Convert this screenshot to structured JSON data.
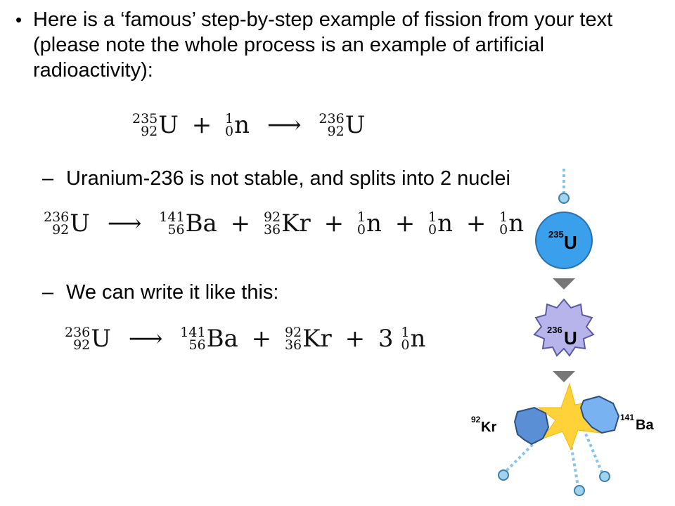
{
  "intro": {
    "bullet": "•",
    "text": "Here is a ‘famous’ step-by-step example of fission from your text (please note the whole process is an example of artificial radioactivity):"
  },
  "equation1": {
    "u235": {
      "mass": "235",
      "atomic": "92",
      "symbol": "U"
    },
    "plus": "+",
    "n": {
      "mass": "1",
      "atomic": "0",
      "symbol": "n"
    },
    "arrow": "⟶",
    "u236": {
      "mass": "236",
      "atomic": "92",
      "symbol": "U"
    }
  },
  "sub1": {
    "dash": "–",
    "text": "Uranium-236 is not stable, and splits into 2 nuclei"
  },
  "equation2": {
    "u236": {
      "mass": "236",
      "atomic": "92",
      "symbol": "U"
    },
    "arrow": "⟶",
    "ba": {
      "mass": "141",
      "atomic": "56",
      "symbol": "Ba"
    },
    "plus": "+",
    "kr": {
      "mass": "92",
      "atomic": "36",
      "symbol": "Kr"
    },
    "n": {
      "mass": "1",
      "atomic": "0",
      "symbol": "n"
    }
  },
  "sub2": {
    "dash": "–",
    "text": "We can write it like this:"
  },
  "equation3": {
    "u236": {
      "mass": "236",
      "atomic": "92",
      "symbol": "U"
    },
    "arrow": "⟶",
    "ba": {
      "mass": "141",
      "atomic": "56",
      "symbol": "Ba"
    },
    "plus": "+",
    "kr": {
      "mass": "92",
      "atomic": "36",
      "symbol": "Kr"
    },
    "coef": "3",
    "n": {
      "mass": "1",
      "atomic": "0",
      "symbol": "n"
    }
  },
  "diagram": {
    "u235": {
      "mass": "235",
      "symbol": "U"
    },
    "u236": {
      "mass": "236",
      "symbol": "U"
    },
    "kr": {
      "mass": "92",
      "symbol": "Kr"
    },
    "ba": {
      "mass": "141",
      "symbol": "Ba"
    },
    "colors": {
      "u235_fill": "#3aa0ec",
      "u236_fill": "#b7b4ec",
      "fragment_fill": "#5a8fd6",
      "flash": "#ffd23a",
      "neutron": "#9fd3f0",
      "arrow": "#777777",
      "trail": "#88c4ec"
    }
  }
}
